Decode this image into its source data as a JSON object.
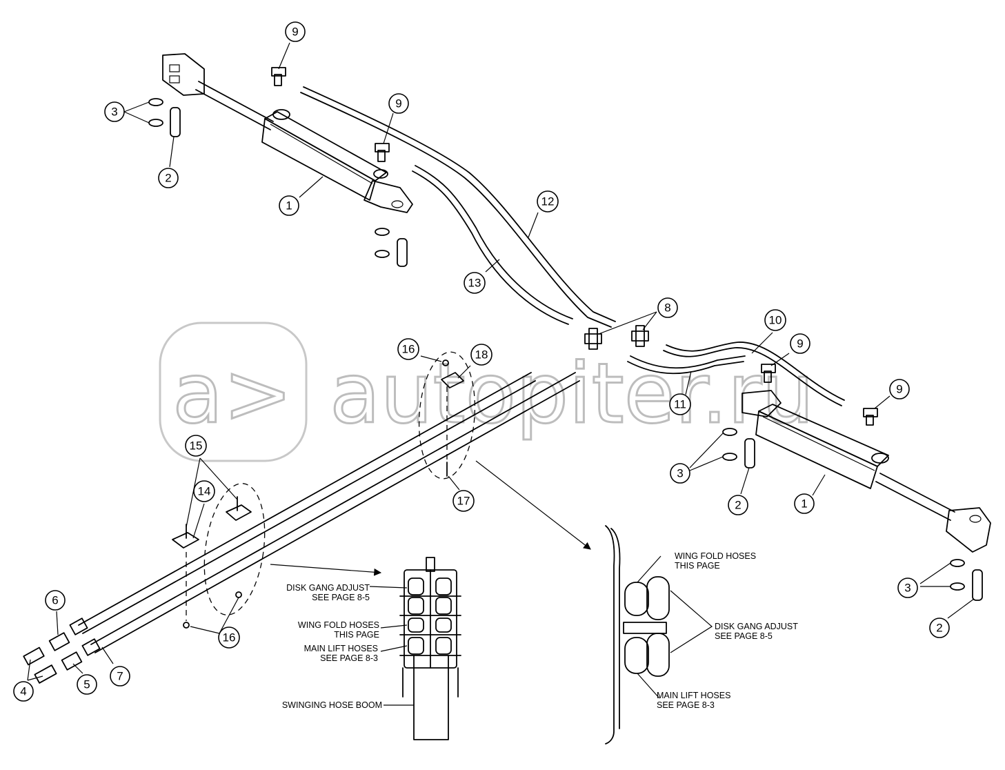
{
  "watermark": {
    "logo_text": "a>",
    "site_text": "autopiter.ru"
  },
  "callouts": [
    {
      "id": "c1a",
      "label": "1"
    },
    {
      "id": "c1b",
      "label": "1"
    },
    {
      "id": "c2a",
      "label": "2"
    },
    {
      "id": "c2b",
      "label": "2"
    },
    {
      "id": "c2c",
      "label": "2"
    },
    {
      "id": "c3a",
      "label": "3"
    },
    {
      "id": "c3b",
      "label": "3"
    },
    {
      "id": "c3c",
      "label": "3"
    },
    {
      "id": "c4",
      "label": "4"
    },
    {
      "id": "c5",
      "label": "5"
    },
    {
      "id": "c6",
      "label": "6"
    },
    {
      "id": "c7",
      "label": "7"
    },
    {
      "id": "c8",
      "label": "8"
    },
    {
      "id": "c9a",
      "label": "9"
    },
    {
      "id": "c9b",
      "label": "9"
    },
    {
      "id": "c9c",
      "label": "9"
    },
    {
      "id": "c9d",
      "label": "9"
    },
    {
      "id": "c10",
      "label": "10"
    },
    {
      "id": "c11",
      "label": "11"
    },
    {
      "id": "c12",
      "label": "12"
    },
    {
      "id": "c13",
      "label": "13"
    },
    {
      "id": "c14",
      "label": "14"
    },
    {
      "id": "c15",
      "label": "15"
    },
    {
      "id": "c16a",
      "label": "16"
    },
    {
      "id": "c16b",
      "label": "16"
    },
    {
      "id": "c17",
      "label": "17"
    },
    {
      "id": "c18",
      "label": "18"
    }
  ],
  "notes": {
    "left_detail": {
      "disk_gang_adjust": [
        "DISK GANG ADJUST",
        "SEE PAGE 8-5"
      ],
      "wing_fold_hoses": [
        "WING FOLD HOSES",
        "THIS PAGE"
      ],
      "main_lift_hoses": [
        "MAIN LIFT HOSES",
        "SEE PAGE 8-3"
      ],
      "swinging_hose_boom": "SWINGING HOSE BOOM"
    },
    "right_detail": {
      "wing_fold_hoses": [
        "WING FOLD HOSES",
        "THIS PAGE"
      ],
      "disk_gang_adjust": [
        "DISK GANG ADJUST",
        "SEE PAGE 8-5"
      ],
      "main_lift_hoses": [
        "MAIN LIFT HOSES",
        "SEE PAGE 8-3"
      ]
    }
  }
}
